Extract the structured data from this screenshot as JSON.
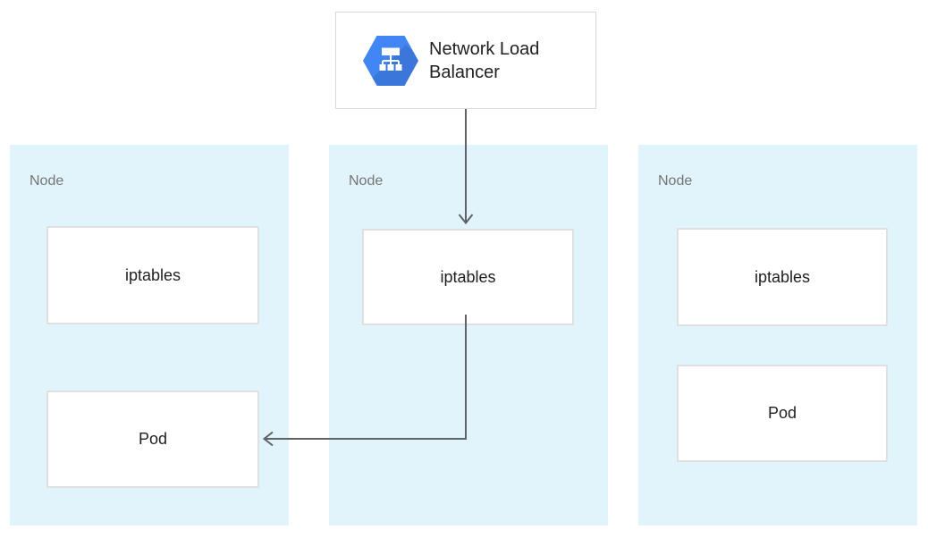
{
  "diagram": {
    "load_balancer": {
      "label": "Network Load Balancer",
      "icon": "network-load-balancer-hexagon-icon"
    },
    "nodes": [
      {
        "label": "Node",
        "boxes": [
          {
            "label": "iptables"
          },
          {
            "label": "Pod"
          }
        ]
      },
      {
        "label": "Node",
        "boxes": [
          {
            "label": "iptables"
          }
        ]
      },
      {
        "label": "Node",
        "boxes": [
          {
            "label": "iptables"
          },
          {
            "label": "Pod"
          }
        ]
      }
    ],
    "connections": [
      {
        "from": "network-load-balancer",
        "to": "node-2-iptables",
        "style": "arrow-down"
      },
      {
        "from": "node-2-iptables",
        "to": "node-1-pod",
        "style": "arrow-down-then-left"
      }
    ],
    "colors": {
      "node_background": "#e1f4fc",
      "box_border": "#e0e0e0",
      "card_border": "#d9d9d9",
      "arrow": "#5f6368",
      "icon_blue": "#4285f4",
      "text_dark": "#212121",
      "node_label_gray": "#757575"
    }
  }
}
